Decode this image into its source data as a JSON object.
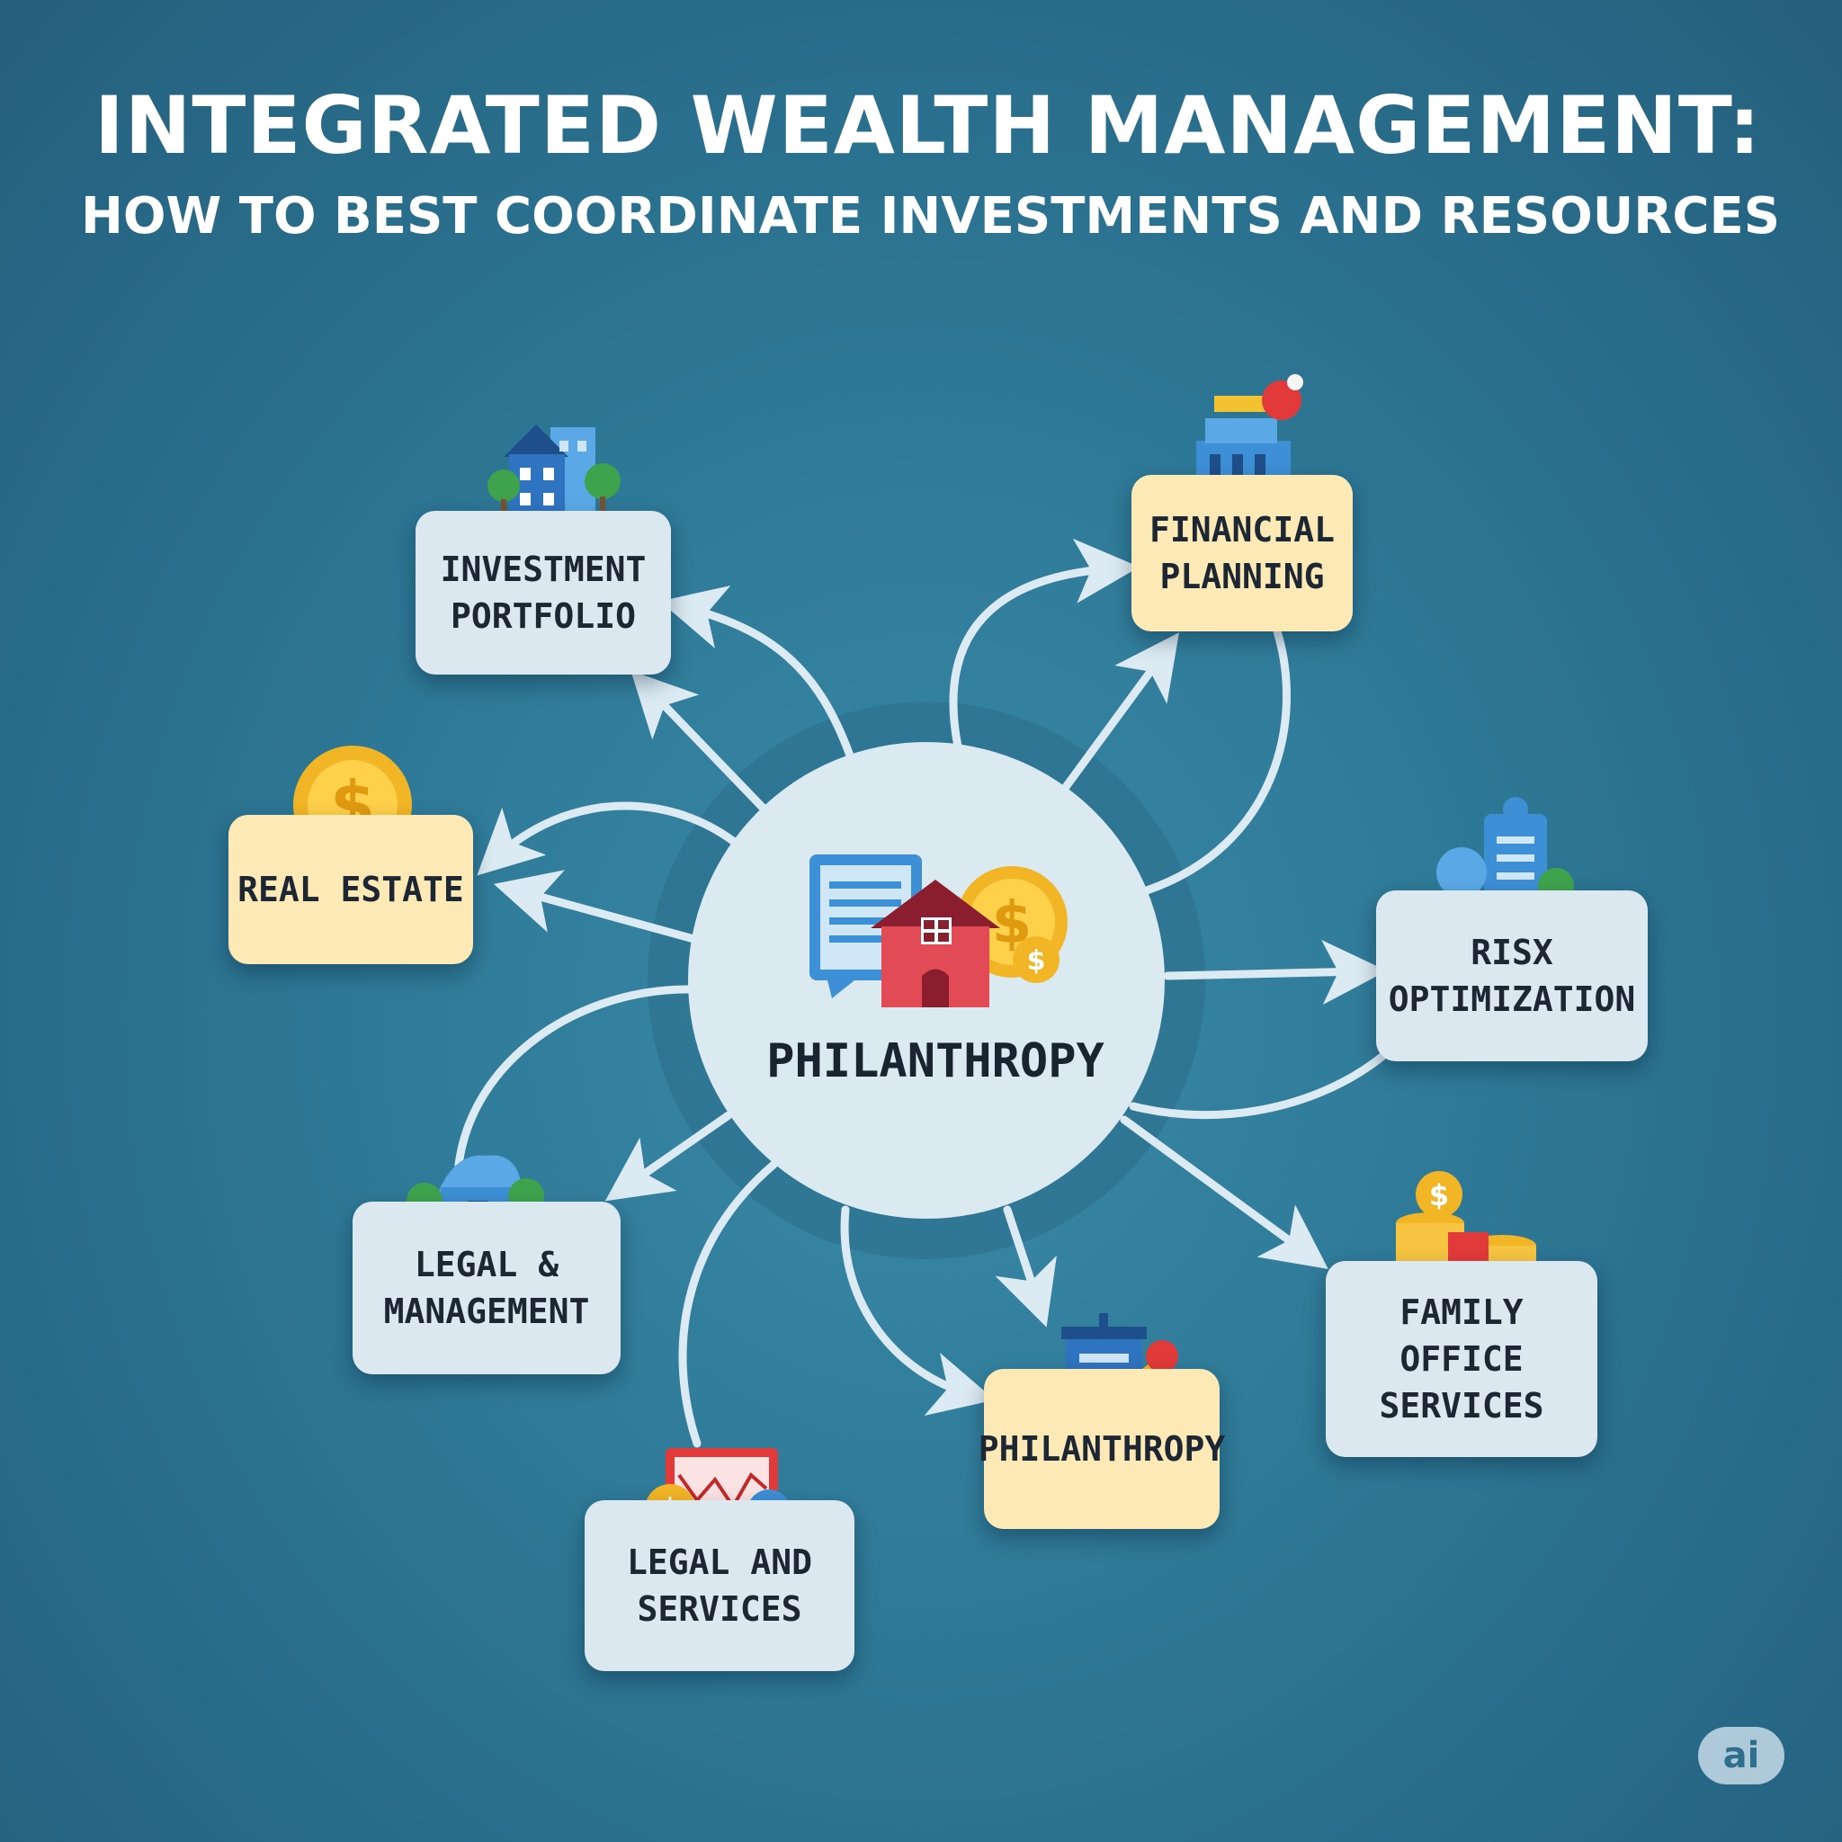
{
  "title": {
    "line1": "INTEGRATED WEALTH MANAGEMENT:",
    "line2": "HOW TO BEST COORDINATE INVESTMENTS AND RESOURCES"
  },
  "center": {
    "label": "PHILANTHROPY"
  },
  "nodes": [
    {
      "label": "INVESTMENT\nPORTFOLIO",
      "style": "blue",
      "icon": "city-buildings-icon"
    },
    {
      "label": "FINANCIAL\nPLANNING",
      "style": "yellow",
      "icon": "bank-building-icon"
    },
    {
      "label": "REAL ESTATE",
      "style": "yellow",
      "icon": "dollar-coin-icon"
    },
    {
      "label": "RISX\nOPTIMIZATION",
      "style": "blue",
      "icon": "security-tower-icon"
    },
    {
      "label": "LEGAL &\nMANAGEMENT",
      "style": "blue",
      "icon": "house-with-trees-icon"
    },
    {
      "label": "FAMILY\nOFFICE\nSERVICES",
      "style": "blue",
      "icon": "coin-stacks-icon"
    },
    {
      "label": "PHILANTHROPY",
      "style": "yellow",
      "icon": "donation-box-icon"
    },
    {
      "label": "LEGAL AND\nSERVICES",
      "style": "blue",
      "icon": "market-chart-icon"
    }
  ],
  "badge": {
    "label": "ai"
  },
  "colors": {
    "background": "#2d7896",
    "node_blue": "#dbe8f0",
    "node_yellow": "#fde9b5",
    "arrow": "#dcebf3"
  }
}
